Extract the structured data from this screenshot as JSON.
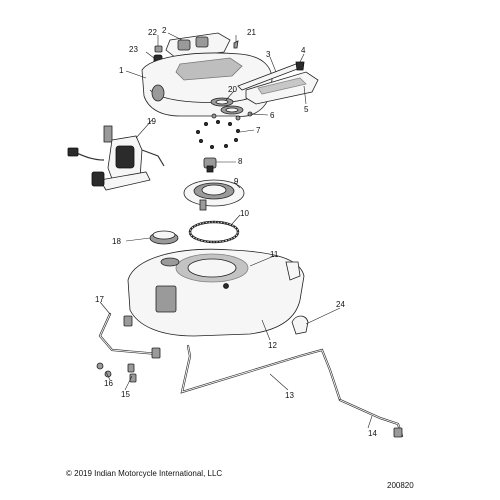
{
  "callouts": {
    "c1": "1",
    "c2": "2",
    "c3": "3",
    "c4": "4",
    "c5": "5",
    "c6": "6",
    "c7": "7",
    "c8": "8",
    "c9": "9",
    "c10": "10",
    "c11": "11",
    "c12": "12",
    "c13": "13",
    "c14": "14",
    "c15": "15",
    "c16": "16",
    "c17": "17",
    "c18": "18",
    "c19": "19",
    "c20": "20",
    "c21": "21",
    "c22": "22",
    "c23": "23",
    "c24": "24"
  },
  "footer": {
    "copyright": "© 2019 Indian Motorcycle International, LLC",
    "figure_number": "200820"
  }
}
